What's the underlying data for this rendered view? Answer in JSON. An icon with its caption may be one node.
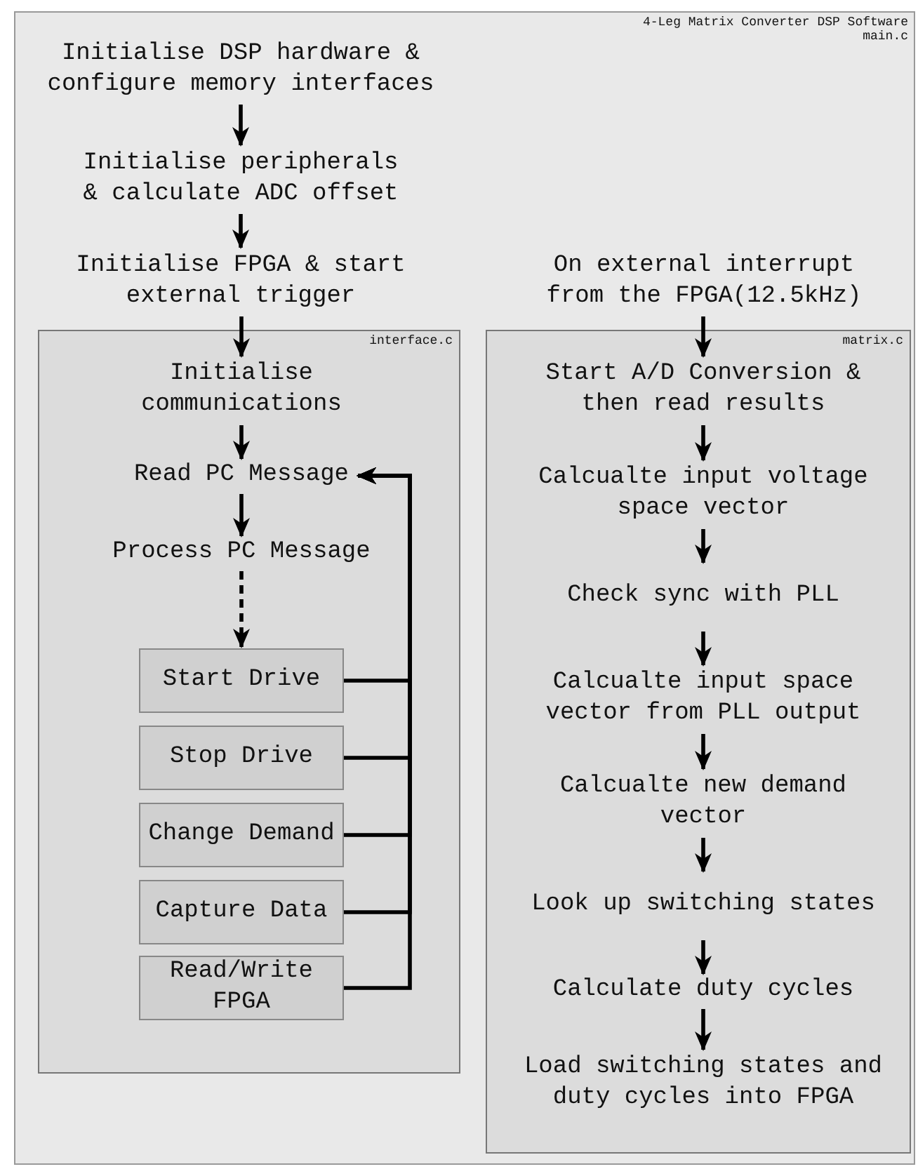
{
  "diagram": {
    "nodes": [
      {
        "text": [
          "4-Leg Matrix Converter DSP Software",
          "main.c"
        ]
      },
      {
        "text": [
          "Initialise DSP hardware & configure memory interfaces"
        ],
        "in": 0
      },
      {
        "text": [
          "Initialise peripherals & calculate ADC offset"
        ],
        "in": 0
      },
      {
        "text": [
          "Initialise FPGA & start external trigger"
        ],
        "in": 0
      },
      {
        "text": [
          "interface.c"
        ],
        "in": 0
      },
      {
        "text": [
          "Initialise communications"
        ],
        "in": 4
      },
      {
        "text": [
          "Read PC Message"
        ],
        "in": 4
      },
      {
        "text": [
          "Process PC Message"
        ],
        "in": 4
      },
      {
        "text": [
          "Start Drive"
        ],
        "in": 4
      },
      {
        "text": [
          "Stop Drive"
        ],
        "in": 4
      },
      {
        "text": [
          "Change Demand"
        ],
        "in": 4
      },
      {
        "text": [
          "Capture Data"
        ],
        "in": 4
      },
      {
        "text": [
          "Read/Write FPGA"
        ],
        "in": 4
      },
      {
        "text": [
          "On external interrupt from the FPGA(12.5kHz)"
        ],
        "in": 0
      },
      {
        "text": [
          "matrix.c"
        ],
        "in": 0
      },
      {
        "text": [
          "Start A/D Conversion & then read results"
        ],
        "in": 14
      },
      {
        "text": [
          "Calcualte input voltage space vector"
        ],
        "in": 14
      },
      {
        "text": [
          "Check sync with PLL"
        ],
        "in": 14
      },
      {
        "text": [
          "Calcualte input space vector from PLL output"
        ],
        "in": 14
      },
      {
        "text": [
          "Calcualte new demand vector"
        ],
        "in": 14
      },
      {
        "text": [
          "Look up switching states"
        ],
        "in": 14
      },
      {
        "text": [
          "Calculate duty cycles"
        ],
        "in": 14
      },
      {
        "text": [
          "Load switching states and duty cycles into FPGA"
        ],
        "in": 14
      }
    ],
    "edges": [
      {
        "from": 1,
        "to": 2,
        "arrow": "to"
      },
      {
        "from": 2,
        "to": 3,
        "arrow": "to"
      },
      {
        "from": 3,
        "to": 5,
        "arrow": "to"
      },
      {
        "from": 5,
        "to": 6,
        "arrow": "to"
      },
      {
        "from": 6,
        "to": 7,
        "arrow": "to"
      },
      {
        "from": 7,
        "to": 8,
        "arrow": "to",
        "style": "dashed"
      },
      {
        "from": 8,
        "to": 6,
        "arrow": "to"
      },
      {
        "from": 9,
        "to": 6,
        "arrow": "to"
      },
      {
        "from": 10,
        "to": 6,
        "arrow": "to"
      },
      {
        "from": 11,
        "to": 6,
        "arrow": "to"
      },
      {
        "from": 12,
        "to": 6,
        "arrow": "to"
      },
      {
        "from": 13,
        "to": 15,
        "arrow": "to"
      },
      {
        "from": 15,
        "to": 16,
        "arrow": "to"
      },
      {
        "from": 16,
        "to": 17,
        "arrow": "to"
      },
      {
        "from": 17,
        "to": 18,
        "arrow": "to"
      },
      {
        "from": 18,
        "to": 19,
        "arrow": "to"
      },
      {
        "from": 19,
        "to": 20,
        "arrow": "to"
      },
      {
        "from": 20,
        "to": 21,
        "arrow": "to"
      },
      {
        "from": 21,
        "to": 22,
        "arrow": "to"
      }
    ]
  }
}
